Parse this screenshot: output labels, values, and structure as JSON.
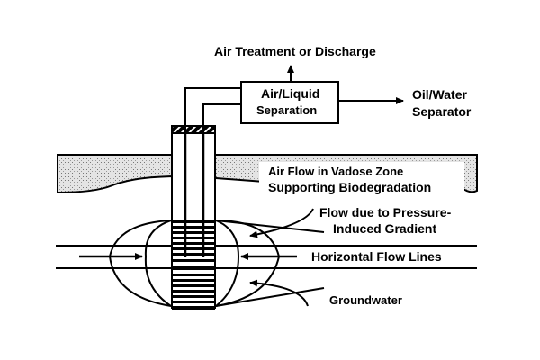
{
  "diagram": {
    "title": "Soil vapor extraction / bioventing well schematic",
    "colors": {
      "ink": "#000000",
      "background": "#ffffff",
      "vadose_fill": "#cfcfcf"
    },
    "labels": {
      "air_treatment": "Air Treatment or Discharge",
      "separation_line1": "Air/Liquid",
      "separation_line2": "Separation",
      "oil_water_line1": "Oil/Water",
      "oil_water_line2": "Separator",
      "vadose_line1": "Air Flow in Vadose Zone",
      "vadose_line2": "Supporting Biodegradation",
      "pressure_line1": "Flow due to Pressure-",
      "pressure_line2": "Induced Gradient",
      "horizontal": "Horizontal Flow Lines",
      "groundwater": "Groundwater"
    }
  }
}
